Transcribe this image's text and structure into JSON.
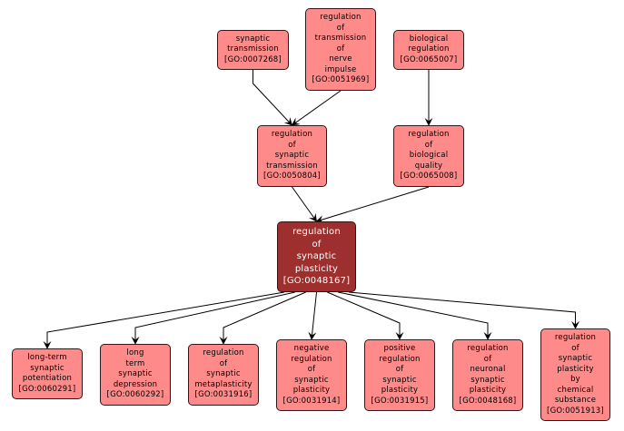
{
  "colors": {
    "node_fill": "#ff8a8a",
    "focus_fill": "#9e2f2f",
    "edge": "#000000"
  },
  "nodes": {
    "synaptic_transmission": {
      "lines": [
        "synaptic",
        "transmission"
      ],
      "id": "[GO:0007268]"
    },
    "reg_transmission_nerve_impulse": {
      "lines": [
        "regulation",
        "of",
        "transmission",
        "of",
        "nerve",
        "impulse"
      ],
      "id": "[GO:0051969]"
    },
    "biological_regulation": {
      "lines": [
        "biological",
        "regulation"
      ],
      "id": "[GO:0065007]"
    },
    "reg_synaptic_transmission": {
      "lines": [
        "regulation",
        "of",
        "synaptic",
        "transmission"
      ],
      "id": "[GO:0050804]"
    },
    "reg_biological_quality": {
      "lines": [
        "regulation",
        "of",
        "biological",
        "quality"
      ],
      "id": "[GO:0065008]"
    },
    "reg_synaptic_plasticity": {
      "lines": [
        "regulation",
        "of",
        "synaptic",
        "plasticity"
      ],
      "id": "[GO:0048167]"
    },
    "ltp": {
      "lines": [
        "long-term",
        "synaptic",
        "potentiation"
      ],
      "id": "[GO:0060291]"
    },
    "ltd": {
      "lines": [
        "long",
        "term",
        "synaptic",
        "depression"
      ],
      "id": "[GO:0060292]"
    },
    "metaplasticity": {
      "lines": [
        "regulation",
        "of",
        "synaptic",
        "metaplasticity"
      ],
      "id": "[GO:0031916]"
    },
    "neg_reg": {
      "lines": [
        "negative",
        "regulation",
        "of",
        "synaptic",
        "plasticity"
      ],
      "id": "[GO:0031914]"
    },
    "pos_reg": {
      "lines": [
        "positive",
        "regulation",
        "of",
        "synaptic",
        "plasticity"
      ],
      "id": "[GO:0031915]"
    },
    "neuronal": {
      "lines": [
        "regulation",
        "of",
        "neuronal",
        "synaptic",
        "plasticity"
      ],
      "id": "[GO:0048168]"
    },
    "chemical": {
      "lines": [
        "regulation",
        "of",
        "synaptic",
        "plasticity",
        "by",
        "chemical",
        "substance"
      ],
      "id": "[GO:0051913]"
    }
  },
  "edges": [
    {
      "from": "synaptic_transmission",
      "to": "reg_synaptic_transmission"
    },
    {
      "from": "reg_transmission_nerve_impulse",
      "to": "reg_synaptic_transmission"
    },
    {
      "from": "biological_regulation",
      "to": "reg_biological_quality"
    },
    {
      "from": "reg_synaptic_transmission",
      "to": "reg_synaptic_plasticity"
    },
    {
      "from": "reg_biological_quality",
      "to": "reg_synaptic_plasticity"
    },
    {
      "from": "reg_synaptic_plasticity",
      "to": "ltp"
    },
    {
      "from": "reg_synaptic_plasticity",
      "to": "ltd"
    },
    {
      "from": "reg_synaptic_plasticity",
      "to": "metaplasticity"
    },
    {
      "from": "reg_synaptic_plasticity",
      "to": "neg_reg"
    },
    {
      "from": "reg_synaptic_plasticity",
      "to": "pos_reg"
    },
    {
      "from": "reg_synaptic_plasticity",
      "to": "neuronal"
    },
    {
      "from": "reg_synaptic_plasticity",
      "to": "chemical"
    }
  ]
}
